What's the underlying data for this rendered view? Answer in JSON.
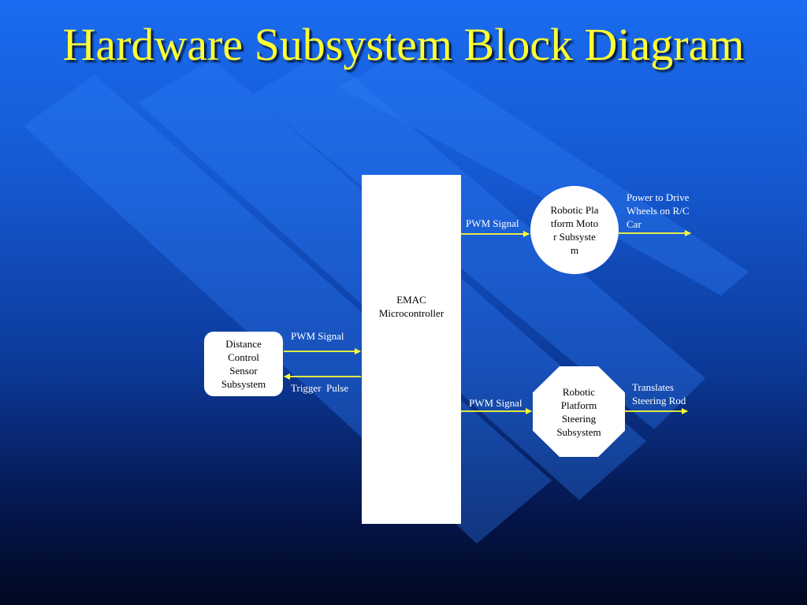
{
  "slide": {
    "title": "Hardware Subsystem Block Diagram"
  },
  "blocks": {
    "emac": "EMAC Microcontroller",
    "sensor": "Distance Control Sensor Subsystem",
    "motor": "Robotic Platform Motor Subsyste m",
    "steering": "Robotic Platform Steering Subsystem"
  },
  "labels": {
    "sensor_pwm": "PWM Signal",
    "trigger": "Trigger  Pulse",
    "motor_pwm": "PWM Signal",
    "steering_pwm": "PWM Signal",
    "motor_output": "Power to Drive Wheels on R/C Car",
    "steering_output": "Translates Steering Rod"
  },
  "colors": {
    "title": "#ffff33",
    "arrow": "#ffff33",
    "block": "#ffffff",
    "label": "#ffffff"
  }
}
